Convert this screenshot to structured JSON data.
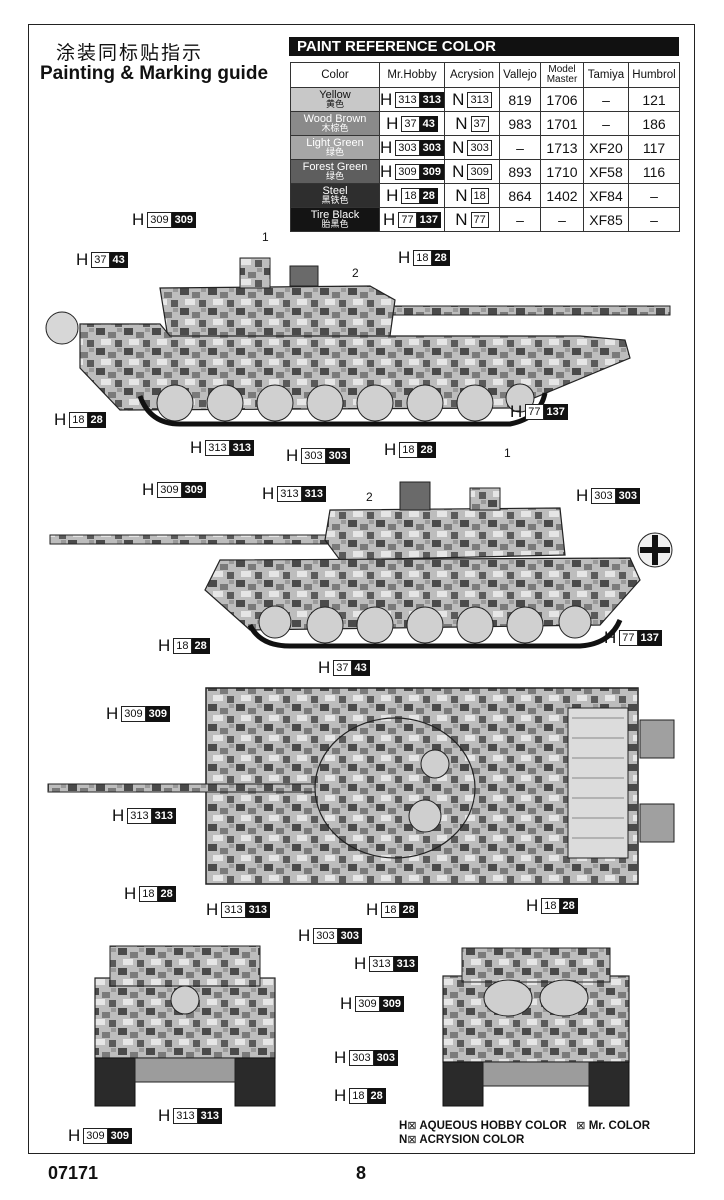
{
  "title_cn": "涂装同标贴指示",
  "title_en": "Painting & Marking guide",
  "reference": {
    "heading": "PAINT  REFERENCE COLOR",
    "columns": [
      "Color",
      "Mr.Hobby",
      "Acrysion",
      "Vallejo",
      "Model Master",
      "Tamiya",
      "Humbrol"
    ],
    "rows": [
      {
        "name_en": "Yellow",
        "name_cn": "黄色",
        "bg": "#c8c8c8",
        "fg": "#111111",
        "h_a": "313",
        "h_b": "313",
        "n": "313",
        "vallejo": "819",
        "mm": "1706",
        "tamiya": "–",
        "humbrol": "121"
      },
      {
        "name_en": "Wood Brown",
        "name_cn": "木棕色",
        "bg": "#8a8a8a",
        "fg": "#ffffff",
        "h_a": "37",
        "h_b": "43",
        "n": "37",
        "vallejo": "983",
        "mm": "1701",
        "tamiya": "–",
        "humbrol": "186"
      },
      {
        "name_en": "Light Green",
        "name_cn": "绿色",
        "bg": "#a6a6a6",
        "fg": "#ffffff",
        "h_a": "303",
        "h_b": "303",
        "n": "303",
        "vallejo": "–",
        "mm": "1713",
        "tamiya": "XF20",
        "humbrol": "117"
      },
      {
        "name_en": "Forest Green",
        "name_cn": "绿色",
        "bg": "#5e5e5e",
        "fg": "#ffffff",
        "h_a": "309",
        "h_b": "309",
        "n": "309",
        "vallejo": "893",
        "mm": "1710",
        "tamiya": "XF58",
        "humbrol": "116"
      },
      {
        "name_en": "Steel",
        "name_cn": "黑铁色",
        "bg": "#2e2e2e",
        "fg": "#ffffff",
        "h_a": "18",
        "h_b": "28",
        "n": "18",
        "vallejo": "864",
        "mm": "1402",
        "tamiya": "XF84",
        "humbrol": "–"
      },
      {
        "name_en": "Tire Black",
        "name_cn": "胎黑色",
        "bg": "#141414",
        "fg": "#ffffff",
        "h_a": "77",
        "h_b": "137",
        "n": "77",
        "vallejo": "–",
        "mm": "–",
        "tamiya": "XF85",
        "humbrol": "–"
      }
    ]
  },
  "callouts": [
    {
      "id": "c1",
      "a": "309",
      "b": "309"
    },
    {
      "id": "c2",
      "a": "37",
      "b": "43"
    },
    {
      "id": "c3",
      "a": "18",
      "b": "28"
    },
    {
      "id": "c4",
      "a": "18",
      "b": "28"
    },
    {
      "id": "c5",
      "a": "77",
      "b": "137"
    },
    {
      "id": "c6",
      "a": "313",
      "b": "313"
    },
    {
      "id": "c7",
      "a": "303",
      "b": "303"
    },
    {
      "id": "c8",
      "a": "18",
      "b": "28"
    },
    {
      "id": "c9",
      "a": "309",
      "b": "309"
    },
    {
      "id": "c10",
      "a": "313",
      "b": "313"
    },
    {
      "id": "c11",
      "a": "303",
      "b": "303"
    },
    {
      "id": "c12",
      "a": "18",
      "b": "28"
    },
    {
      "id": "c13",
      "a": "77",
      "b": "137"
    },
    {
      "id": "c14",
      "a": "37",
      "b": "43"
    },
    {
      "id": "c15",
      "a": "309",
      "b": "309"
    },
    {
      "id": "c16",
      "a": "313",
      "b": "313"
    },
    {
      "id": "c17",
      "a": "18",
      "b": "28"
    },
    {
      "id": "c18",
      "a": "313",
      "b": "313"
    },
    {
      "id": "c19",
      "a": "303",
      "b": "303"
    },
    {
      "id": "c20",
      "a": "18",
      "b": "28"
    },
    {
      "id": "c21",
      "a": "18",
      "b": "28"
    },
    {
      "id": "c22",
      "a": "313",
      "b": "313"
    },
    {
      "id": "c23",
      "a": "309",
      "b": "309"
    },
    {
      "id": "c24",
      "a": "303",
      "b": "303"
    },
    {
      "id": "c25",
      "a": "18",
      "b": "28"
    },
    {
      "id": "c26",
      "a": "313",
      "b": "313"
    },
    {
      "id": "c27",
      "a": "309",
      "b": "309"
    }
  ],
  "part_numbers": {
    "side1_a": "1",
    "side1_b": "2",
    "side2_a": "1",
    "side2_b": "2"
  },
  "legend": {
    "h_letter": "H",
    "h_text": "AQUEOUS HOBBY COLOR",
    "mr_text": "Mr. COLOR",
    "n_letter": "N",
    "n_text": "ACRYSION COLOR"
  },
  "code_letter_h": "H",
  "code_letter_n": "N",
  "footer": {
    "product_code": "07171",
    "page": "8"
  }
}
